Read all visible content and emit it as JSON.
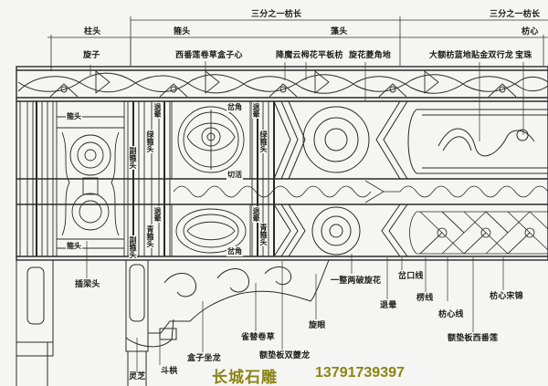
{
  "dimensions": {
    "top_span_left": "三分之一枋长",
    "top_span_right": "三分之一枋长",
    "zhutou": "柱头",
    "gutou": "箍头",
    "zaotou": "藻头",
    "fangxin": "枋心"
  },
  "top_labels": {
    "xuanzi": "旋子",
    "xixiang_lianjuancao_hezixin": "西番莲卷草盒子心",
    "xiangmo_yunyang_huapingbanfang": "降魔云栂花平板枋",
    "xuanhua_linjiaodi": "旋花菱角地",
    "daefang_landi_tiejin_shuangxinglong": "大额枋蓝地贴金双行龙",
    "baozhu": "宝珠"
  },
  "inner_labels": {
    "gutou_left_top": "箍头",
    "gutou_left_bottom": "箍头",
    "tuiyun_1": "退晕",
    "lv_gutou_1": "绿箍头",
    "fu_gutou_1": "副箍头",
    "tuiyun_2": "退晕",
    "qing_gutou_1": "青箍头",
    "fu_gutou_2": "副箍头",
    "xuanjiao_top": "岔角",
    "qiehuo": "切活",
    "xuanjiao_bottom": "岔角",
    "tuiyun_3": "退晕",
    "lv_gutou_2": "绿箍头",
    "tuiyun_4": "退晕",
    "qing_gutou_2": "青箍头"
  },
  "bottom_labels": {
    "chaliangtou": "插梁头",
    "lingzhi": "灵芝",
    "dougong": "斗栱",
    "hezi_zuolong": "盒子坐龙",
    "queti_juancao": "雀替卷草",
    "edianban_shuang_kuilong": "额垫板双夔龙",
    "xuanyan": "旋眼",
    "yizheng_liangpo_xuanhua": "一整两破旋花",
    "tuiyun": "退晕",
    "chakou_xian": "岔口线",
    "lengxian": "楞线",
    "fangxin_xian": "枋心线",
    "edianban_xifanlian": "额垫板西番莲",
    "fangxin_songjin": "枋心宋锦"
  },
  "watermark": {
    "name": "长城石雕",
    "phone": "13791739397",
    "color": "#8c8416"
  },
  "colors": {
    "line": "#2a2a2a",
    "background": "#f5f5f3"
  }
}
